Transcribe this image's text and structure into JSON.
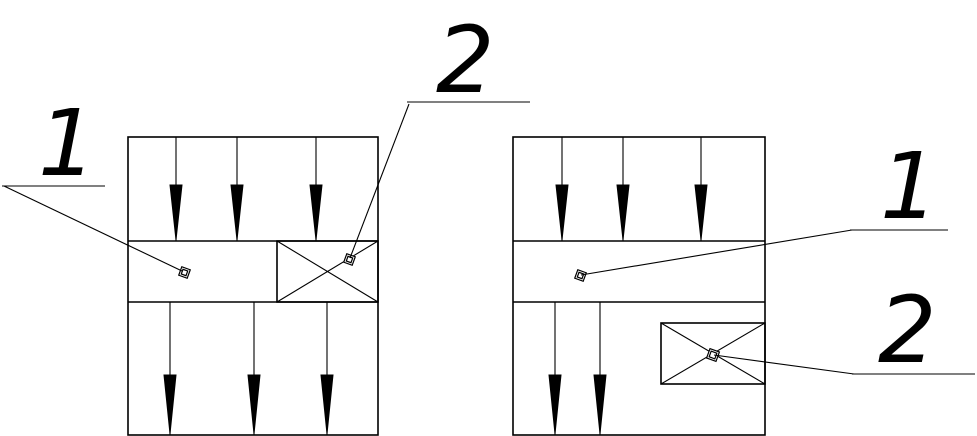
{
  "figure": {
    "left_panel": {
      "callouts": [
        {
          "id": "left-callout-1",
          "text": "1"
        },
        {
          "id": "left-callout-2",
          "text": "2"
        }
      ],
      "arrows_top_count": 3,
      "arrows_bottom_count": 3
    },
    "right_panel": {
      "callouts": [
        {
          "id": "right-callout-1",
          "text": "1"
        },
        {
          "id": "right-callout-2",
          "text": "2"
        }
      ],
      "arrows_top_count": 3,
      "arrows_bottom_count": 2
    }
  }
}
